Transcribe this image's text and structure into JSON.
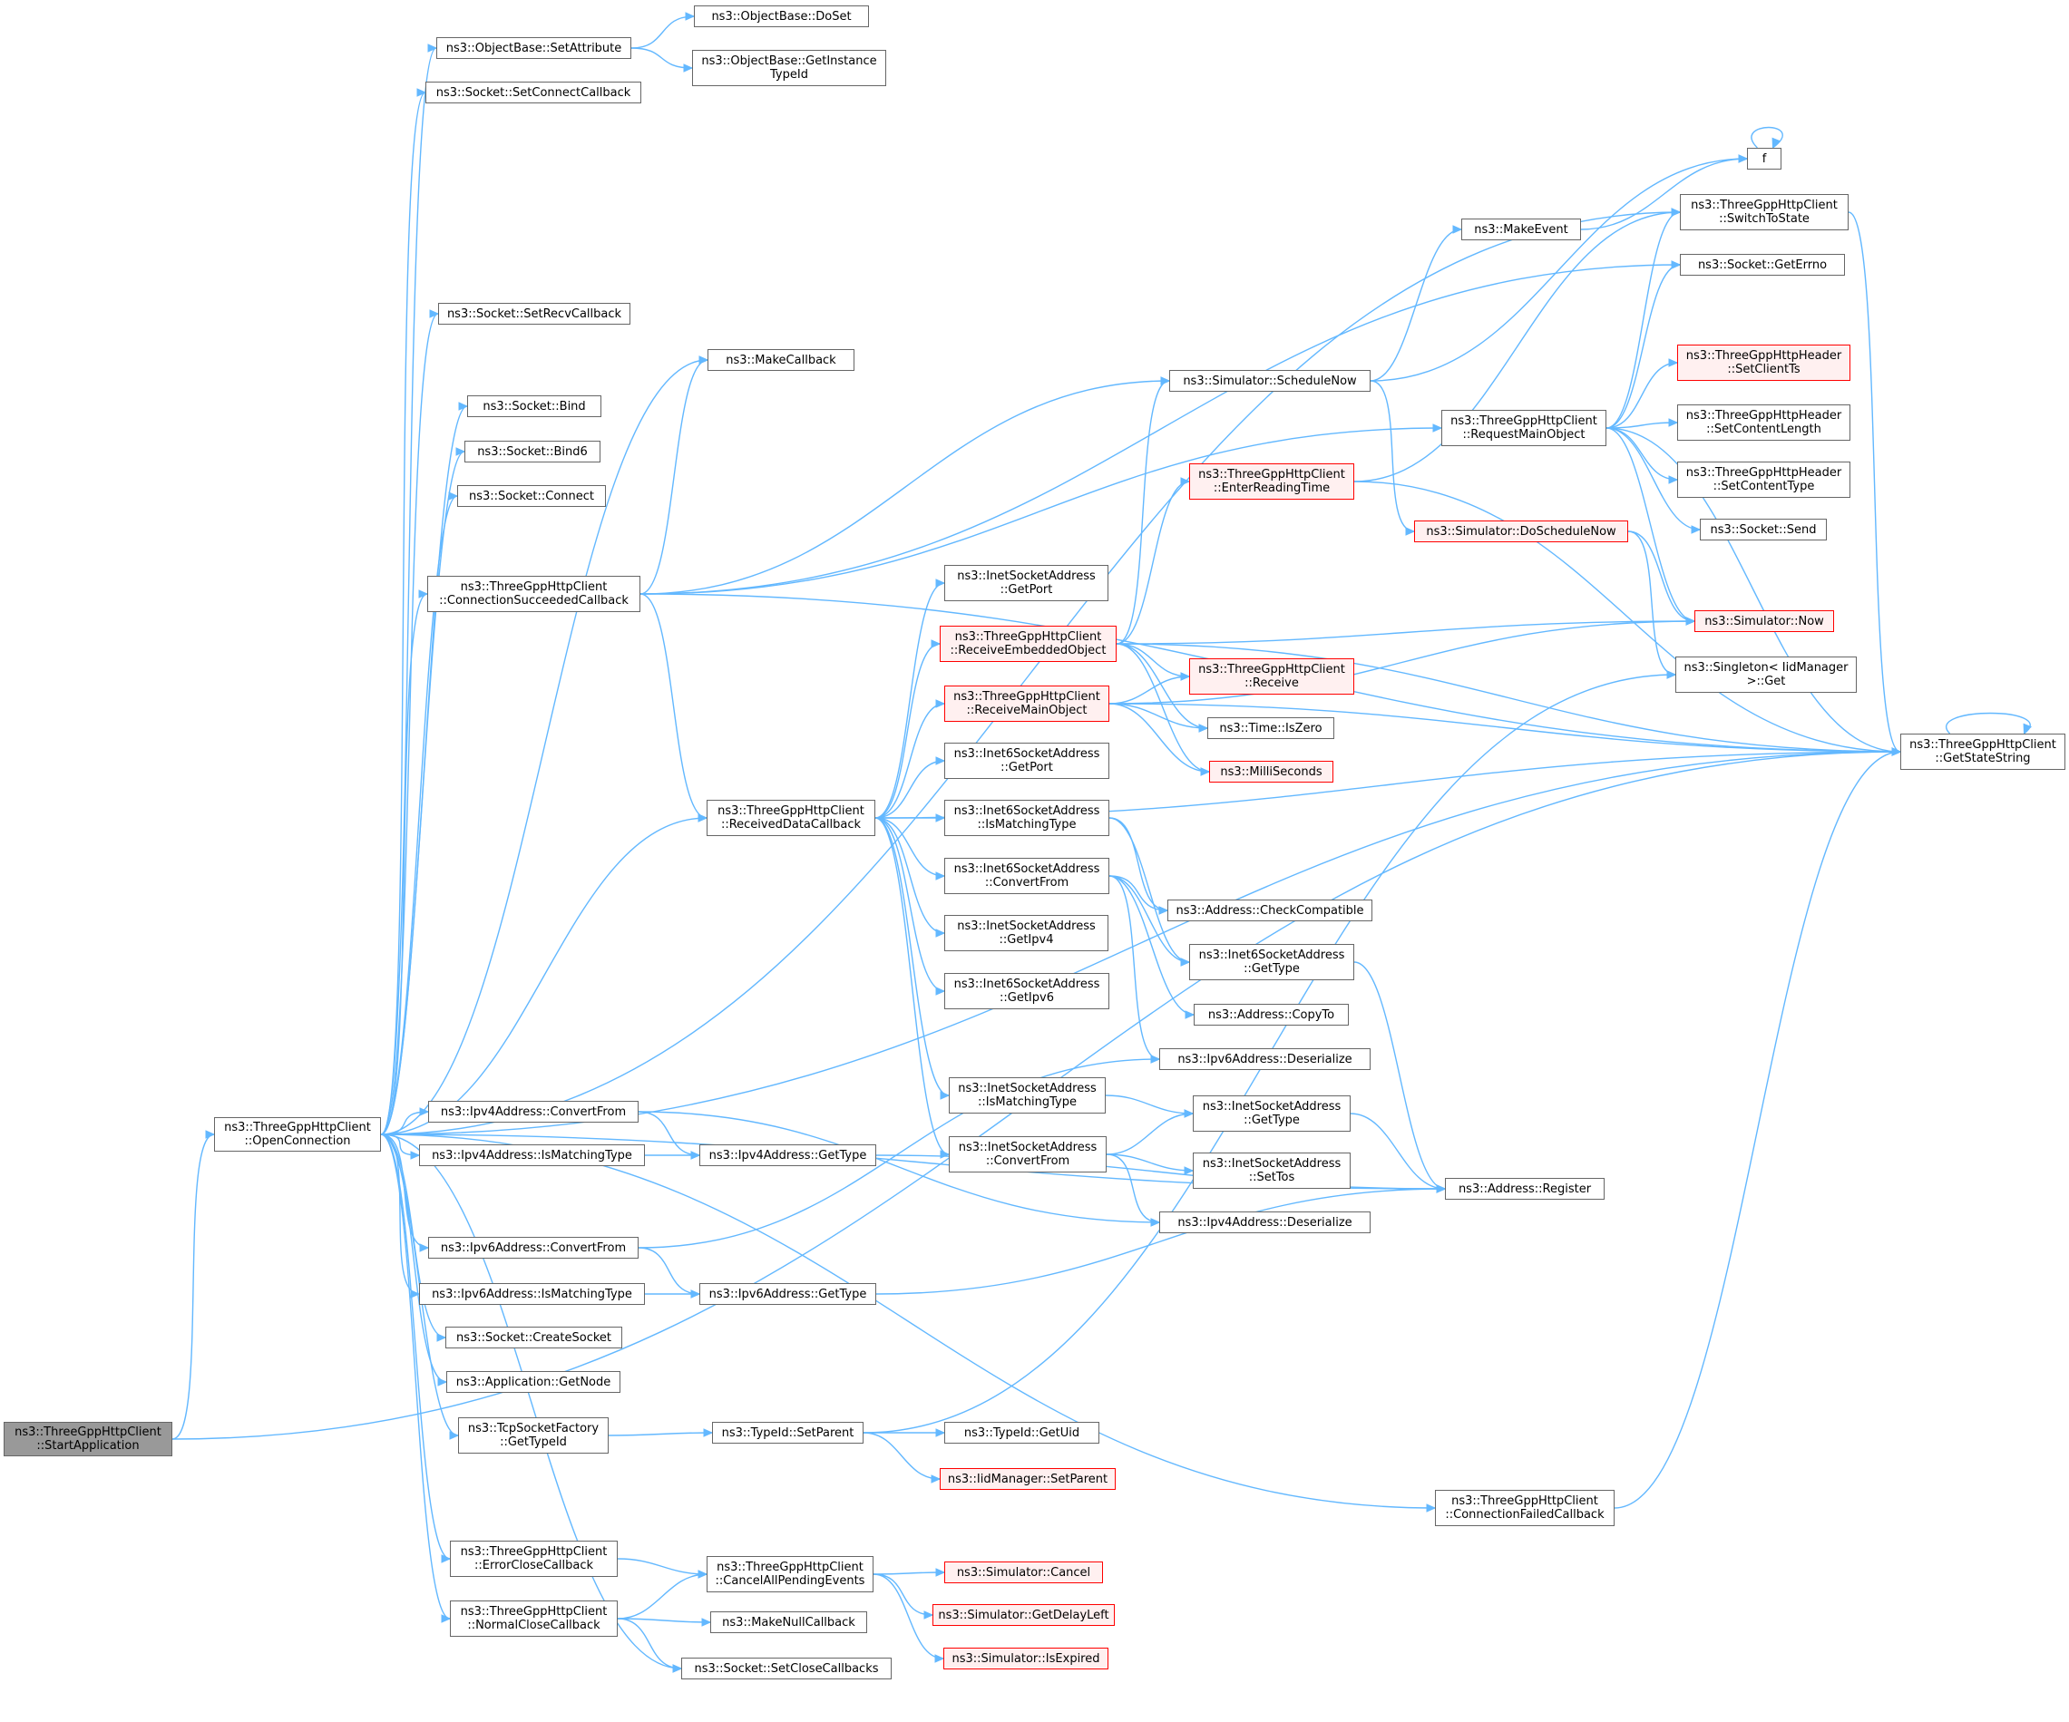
{
  "diagram": {
    "colors": {
      "edge": "#63b8ff",
      "node_border": "#666666",
      "node_fill": "#ffffff",
      "highlight_border": "#ff0000",
      "highlight_fill": "#fff0f0",
      "root_fill": "#999999"
    },
    "nodes": {
      "start_application": "ns3::ThreeGppHttpClient\n::StartApplication",
      "open_connection": "ns3::ThreeGppHttpClient\n::OpenConnection",
      "object_base_set_attribute": "ns3::ObjectBase::SetAttribute",
      "object_base_do_set": "ns3::ObjectBase::DoSet",
      "object_base_get_instance_type_id": "ns3::ObjectBase::GetInstance\nTypeId",
      "socket_set_connect_callback": "ns3::Socket::SetConnectCallback",
      "socket_set_recv_callback": "ns3::Socket::SetRecvCallback",
      "make_callback": "ns3::MakeCallback",
      "socket_bind": "ns3::Socket::Bind",
      "socket_bind6": "ns3::Socket::Bind6",
      "socket_connect": "ns3::Socket::Connect",
      "connection_succeeded_callback": "ns3::ThreeGppHttpClient\n::ConnectionSucceededCallback",
      "received_data_callback": "ns3::ThreeGppHttpClient\n::ReceivedDataCallback",
      "simulator_schedule_now": "ns3::Simulator::ScheduleNow",
      "make_event": "ns3::MakeEvent",
      "f": "f",
      "switch_to_state": "ns3::ThreeGppHttpClient\n::SwitchToState",
      "socket_get_errno": "ns3::Socket::GetErrno",
      "http_header_set_client_ts": "ns3::ThreeGppHttpHeader\n::SetClientTs",
      "request_main_object": "ns3::ThreeGppHttpClient\n::RequestMainObject",
      "http_header_set_content_length": "ns3::ThreeGppHttpHeader\n::SetContentLength",
      "http_header_set_content_type": "ns3::ThreeGppHttpHeader\n::SetContentType",
      "socket_send": "ns3::Socket::Send",
      "enter_reading_time": "ns3::ThreeGppHttpClient\n::EnterReadingTime",
      "simulator_do_schedule_now": "ns3::Simulator::DoScheduleNow",
      "simulator_now": "ns3::Simulator::Now",
      "singleton_iid_manager_get": "ns3::Singleton< IidManager\n>::Get",
      "get_state_string": "ns3::ThreeGppHttpClient\n::GetStateString",
      "inet_socket_address_get_port": "ns3::InetSocketAddress\n::GetPort",
      "receive_embedded_object": "ns3::ThreeGppHttpClient\n::ReceiveEmbeddedObject",
      "client_receive": "ns3::ThreeGppHttpClient\n::Receive",
      "receive_main_object": "ns3::ThreeGppHttpClient\n::ReceiveMainObject",
      "time_is_zero": "ns3::Time::IsZero",
      "milli_seconds": "ns3::MilliSeconds",
      "inet6_socket_address_get_port": "ns3::Inet6SocketAddress\n::GetPort",
      "inet6_socket_address_is_matching_type": "ns3::Inet6SocketAddress\n::IsMatchingType",
      "inet6_socket_address_convert_from": "ns3::Inet6SocketAddress\n::ConvertFrom",
      "address_check_compatible": "ns3::Address::CheckCompatible",
      "inet6_socket_address_get_type": "ns3::Inet6SocketAddress\n::GetType",
      "inet_socket_address_get_ipv4": "ns3::InetSocketAddress\n::GetIpv4",
      "inet6_socket_address_get_ipv6": "ns3::Inet6SocketAddress\n::GetIpv6",
      "address_copy_to": "ns3::Address::CopyTo",
      "ipv6_address_deserialize": "ns3::Ipv6Address::Deserialize",
      "inet_socket_address_is_matching_type": "ns3::InetSocketAddress\n::IsMatchingType",
      "inet_socket_address_get_type": "ns3::InetSocketAddress\n::GetType",
      "inet_socket_address_convert_from": "ns3::InetSocketAddress\n::ConvertFrom",
      "inet_socket_address_set_tos": "ns3::InetSocketAddress\n::SetTos",
      "address_register": "ns3::Address::Register",
      "ipv4_address_deserialize": "ns3::Ipv4Address::Deserialize",
      "ipv4_address_convert_from": "ns3::Ipv4Address::ConvertFrom",
      "ipv4_address_is_matching_type": "ns3::Ipv4Address::IsMatchingType",
      "ipv4_address_get_type": "ns3::Ipv4Address::GetType",
      "ipv6_address_convert_from": "ns3::Ipv6Address::ConvertFrom",
      "ipv6_address_is_matching_type": "ns3::Ipv6Address::IsMatchingType",
      "ipv6_address_get_type": "ns3::Ipv6Address::GetType",
      "socket_create_socket": "ns3::Socket::CreateSocket",
      "application_get_node": "ns3::Application::GetNode",
      "tcp_socket_factory_get_type_id": "ns3::TcpSocketFactory\n::GetTypeId",
      "type_id_set_parent": "ns3::TypeId::SetParent",
      "type_id_get_uid": "ns3::TypeId::GetUid",
      "iid_manager_set_parent": "ns3::IidManager::SetParent",
      "connection_failed_callback": "ns3::ThreeGppHttpClient\n::ConnectionFailedCallback",
      "error_close_callback": "ns3::ThreeGppHttpClient\n::ErrorCloseCallback",
      "cancel_all_pending_events": "ns3::ThreeGppHttpClient\n::CancelAllPendingEvents",
      "simulator_cancel": "ns3::Simulator::Cancel",
      "simulator_get_delay_left": "ns3::Simulator::GetDelayLeft",
      "normal_close_callback": "ns3::ThreeGppHttpClient\n::NormalCloseCallback",
      "make_null_callback": "ns3::MakeNullCallback",
      "simulator_is_expired": "ns3::Simulator::IsExpired",
      "socket_set_close_callbacks": "ns3::Socket::SetCloseCallbacks"
    },
    "highlighted": [
      "http_header_set_client_ts",
      "enter_reading_time",
      "simulator_do_schedule_now",
      "simulator_now",
      "receive_embedded_object",
      "client_receive",
      "receive_main_object",
      "milli_seconds",
      "iid_manager_set_parent",
      "simulator_cancel",
      "simulator_get_delay_left",
      "simulator_is_expired"
    ],
    "root": "start_application",
    "edges": [
      [
        "start_application",
        "open_connection"
      ],
      [
        "start_application",
        "get_state_string"
      ],
      [
        "open_connection",
        "object_base_set_attribute"
      ],
      [
        "open_connection",
        "socket_set_connect_callback"
      ],
      [
        "open_connection",
        "switch_to_state"
      ],
      [
        "open_connection",
        "socket_set_recv_callback"
      ],
      [
        "open_connection",
        "make_callback"
      ],
      [
        "open_connection",
        "socket_bind"
      ],
      [
        "open_connection",
        "socket_bind6"
      ],
      [
        "open_connection",
        "socket_connect"
      ],
      [
        "open_connection",
        "connection_succeeded_callback"
      ],
      [
        "open_connection",
        "received_data_callback"
      ],
      [
        "open_connection",
        "ipv4_address_convert_from"
      ],
      [
        "open_connection",
        "ipv4_address_is_matching_type"
      ],
      [
        "open_connection",
        "ipv6_address_convert_from"
      ],
      [
        "open_connection",
        "ipv6_address_is_matching_type"
      ],
      [
        "open_connection",
        "socket_create_socket"
      ],
      [
        "open_connection",
        "application_get_node"
      ],
      [
        "open_connection",
        "tcp_socket_factory_get_type_id"
      ],
      [
        "open_connection",
        "connection_failed_callback"
      ],
      [
        "open_connection",
        "error_close_callback"
      ],
      [
        "open_connection",
        "normal_close_callback"
      ],
      [
        "open_connection",
        "socket_set_close_callbacks"
      ],
      [
        "open_connection",
        "get_state_string"
      ],
      [
        "object_base_set_attribute",
        "object_base_do_set"
      ],
      [
        "object_base_set_attribute",
        "object_base_get_instance_type_id"
      ],
      [
        "connection_succeeded_callback",
        "make_callback"
      ],
      [
        "connection_succeeded_callback",
        "get_state_string"
      ],
      [
        "connection_succeeded_callback",
        "socket_get_errno"
      ],
      [
        "connection_succeeded_callback",
        "simulator_schedule_now"
      ],
      [
        "connection_succeeded_callback",
        "request_main_object"
      ],
      [
        "connection_succeeded_callback",
        "received_data_callback"
      ],
      [
        "simulator_schedule_now",
        "make_event"
      ],
      [
        "simulator_schedule_now",
        "f"
      ],
      [
        "simulator_schedule_now",
        "simulator_do_schedule_now"
      ],
      [
        "make_event",
        "f"
      ],
      [
        "f",
        "f"
      ],
      [
        "switch_to_state",
        "get_state_string"
      ],
      [
        "request_main_object",
        "switch_to_state"
      ],
      [
        "request_main_object",
        "socket_get_errno"
      ],
      [
        "request_main_object",
        "get_state_string"
      ],
      [
        "request_main_object",
        "http_header_set_client_ts"
      ],
      [
        "request_main_object",
        "http_header_set_content_length"
      ],
      [
        "request_main_object",
        "http_header_set_content_type"
      ],
      [
        "request_main_object",
        "socket_send"
      ],
      [
        "request_main_object",
        "simulator_now"
      ],
      [
        "enter_reading_time",
        "switch_to_state"
      ],
      [
        "enter_reading_time",
        "get_state_string"
      ],
      [
        "simulator_do_schedule_now",
        "simulator_now"
      ],
      [
        "simulator_do_schedule_now",
        "singleton_iid_manager_get"
      ],
      [
        "get_state_string",
        "get_state_string"
      ],
      [
        "received_data_callback",
        "get_state_string"
      ],
      [
        "received_data_callback",
        "inet_socket_address_get_port"
      ],
      [
        "received_data_callback",
        "receive_embedded_object"
      ],
      [
        "received_data_callback",
        "receive_main_object"
      ],
      [
        "received_data_callback",
        "inet6_socket_address_get_port"
      ],
      [
        "received_data_callback",
        "inet6_socket_address_is_matching_type"
      ],
      [
        "received_data_callback",
        "inet6_socket_address_convert_from"
      ],
      [
        "received_data_callback",
        "inet_socket_address_get_ipv4"
      ],
      [
        "received_data_callback",
        "inet6_socket_address_get_ipv6"
      ],
      [
        "received_data_callback",
        "inet_socket_address_is_matching_type"
      ],
      [
        "received_data_callback",
        "inet_socket_address_convert_from"
      ],
      [
        "receive_embedded_object",
        "simulator_schedule_now"
      ],
      [
        "receive_embedded_object",
        "enter_reading_time"
      ],
      [
        "receive_embedded_object",
        "simulator_now"
      ],
      [
        "receive_embedded_object",
        "client_receive"
      ],
      [
        "receive_embedded_object",
        "time_is_zero"
      ],
      [
        "receive_embedded_object",
        "milli_seconds"
      ],
      [
        "receive_embedded_object",
        "get_state_string"
      ],
      [
        "receive_main_object",
        "client_receive"
      ],
      [
        "receive_main_object",
        "time_is_zero"
      ],
      [
        "receive_main_object",
        "milli_seconds"
      ],
      [
        "receive_main_object",
        "simulator_now"
      ],
      [
        "receive_main_object",
        "get_state_string"
      ],
      [
        "inet6_socket_address_is_matching_type",
        "address_check_compatible"
      ],
      [
        "inet6_socket_address_is_matching_type",
        "inet6_socket_address_get_type"
      ],
      [
        "inet6_socket_address_convert_from",
        "address_check_compatible"
      ],
      [
        "inet6_socket_address_convert_from",
        "inet6_socket_address_get_type"
      ],
      [
        "inet6_socket_address_convert_from",
        "address_copy_to"
      ],
      [
        "inet6_socket_address_convert_from",
        "ipv6_address_deserialize"
      ],
      [
        "inet6_socket_address_get_type",
        "address_register"
      ],
      [
        "inet_socket_address_is_matching_type",
        "inet_socket_address_get_type"
      ],
      [
        "inet_socket_address_convert_from",
        "inet_socket_address_get_type"
      ],
      [
        "inet_socket_address_convert_from",
        "inet_socket_address_set_tos"
      ],
      [
        "inet_socket_address_convert_from",
        "ipv4_address_deserialize"
      ],
      [
        "inet_socket_address_get_type",
        "address_register"
      ],
      [
        "ipv4_address_convert_from",
        "ipv4_address_get_type"
      ],
      [
        "ipv4_address_convert_from",
        "ipv4_address_deserialize"
      ],
      [
        "ipv4_address_is_matching_type",
        "ipv4_address_get_type"
      ],
      [
        "ipv4_address_get_type",
        "address_register"
      ],
      [
        "ipv6_address_convert_from",
        "ipv6_address_get_type"
      ],
      [
        "ipv6_address_convert_from",
        "ipv6_address_deserialize"
      ],
      [
        "ipv6_address_is_matching_type",
        "ipv6_address_get_type"
      ],
      [
        "ipv6_address_get_type",
        "address_register"
      ],
      [
        "open_connection",
        "address_register"
      ],
      [
        "tcp_socket_factory_get_type_id",
        "type_id_set_parent"
      ],
      [
        "type_id_set_parent",
        "type_id_get_uid"
      ],
      [
        "type_id_set_parent",
        "iid_manager_set_parent"
      ],
      [
        "type_id_set_parent",
        "singleton_iid_manager_get"
      ],
      [
        "connection_failed_callback",
        "get_state_string"
      ],
      [
        "error_close_callback",
        "cancel_all_pending_events"
      ],
      [
        "normal_close_callback",
        "cancel_all_pending_events"
      ],
      [
        "normal_close_callback",
        "make_null_callback"
      ],
      [
        "normal_close_callback",
        "socket_set_close_callbacks"
      ],
      [
        "cancel_all_pending_events",
        "simulator_cancel"
      ],
      [
        "cancel_all_pending_events",
        "simulator_get_delay_left"
      ],
      [
        "cancel_all_pending_events",
        "simulator_is_expired"
      ]
    ]
  }
}
